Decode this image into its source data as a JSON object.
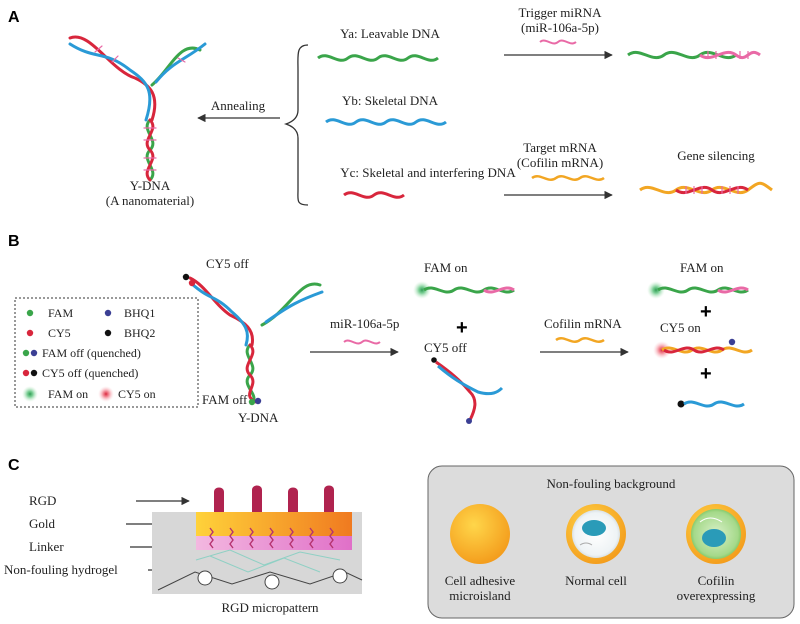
{
  "panels": {
    "a": "A",
    "b": "B",
    "c": "C"
  },
  "a": {
    "ydna_title": "Y-DNA",
    "ydna_sub": "(A nanomaterial)",
    "annealing": "Annealing",
    "ya": "Ya: Leavable DNA",
    "yb": "Yb: Skeletal DNA",
    "yc": "Yc: Skeletal and interfering DNA",
    "trigger_title": "Trigger miRNA",
    "trigger_sub": "(miR-106a-5p)",
    "target_title": "Target mRNA",
    "target_sub": "(Cofilin mRNA)",
    "gene_silencing": "Gene silencing"
  },
  "b": {
    "legend": {
      "fam": "FAM",
      "bhq1": "BHQ1",
      "cy5": "CY5",
      "bhq2": "BHQ2",
      "fam_off": "FAM off (quenched)",
      "cy5_off": "CY5 off (quenched)",
      "fam_on": "FAM on",
      "cy5_on": "CY5 on"
    },
    "cy5_off_top": "CY5 off",
    "fam_off": "FAM off",
    "ydna": "Y-DNA",
    "mirna": "miR-106a-5p",
    "fam_on_mid": "FAM on",
    "cy5_off_mid": "CY5 off",
    "cofilin": "Cofilin mRNA",
    "fam_on_right": "FAM on",
    "cy5_on_right": "CY5 on",
    "plus": "+"
  },
  "c": {
    "rgd": "RGD",
    "gold": "Gold",
    "linker": "Linker",
    "hydrogel": "Non-fouling hydrogel",
    "micropattern": "RGD micropattern",
    "box_title": "Non-fouling background",
    "cell_adhesive_1": "Cell adhesive",
    "cell_adhesive_2": "microisland",
    "normal_cell": "Normal cell",
    "cofilin_1": "Cofilin",
    "cofilin_2": "overexpressing"
  },
  "colors": {
    "green": "#3aa54a",
    "blue": "#2a9ad6",
    "red": "#d8263c",
    "pink": "#e96aa6",
    "orange": "#f2a623",
    "navy": "#3b3f94"
  }
}
